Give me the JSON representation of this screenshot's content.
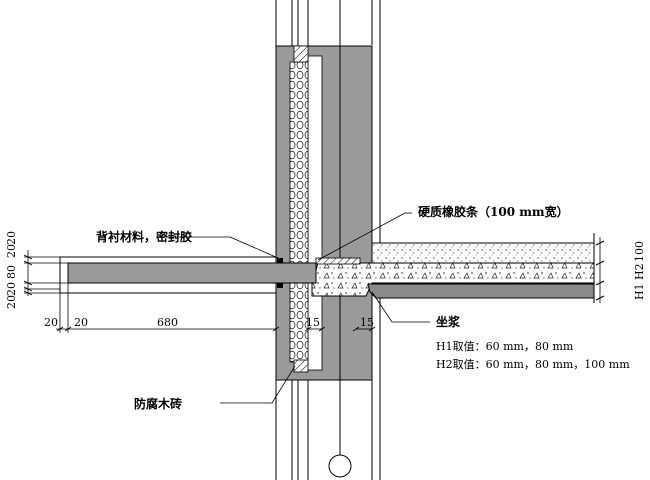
{
  "labels": {
    "backing": "背衬材料，密封胶",
    "rubber": "硬质橡胶条（100 mm宽）",
    "mortar": "坐浆",
    "wood_brick": "防腐木砖",
    "h1_note": "H1取值：60 mm，80 mm",
    "h2_note": "H2取值：60 mm，80 mm，100 mm"
  },
  "dimensions": {
    "left_top": "20",
    "left_top2": "20",
    "left_mid": "80",
    "left_bot": "20",
    "left_bot2": "20",
    "bottom_a": "20",
    "bottom_b": "20",
    "bottom_c": "680",
    "small_a": "15",
    "small_b": "15",
    "right_h1": "H1",
    "right_h2": "H2",
    "right_100": "100"
  }
}
